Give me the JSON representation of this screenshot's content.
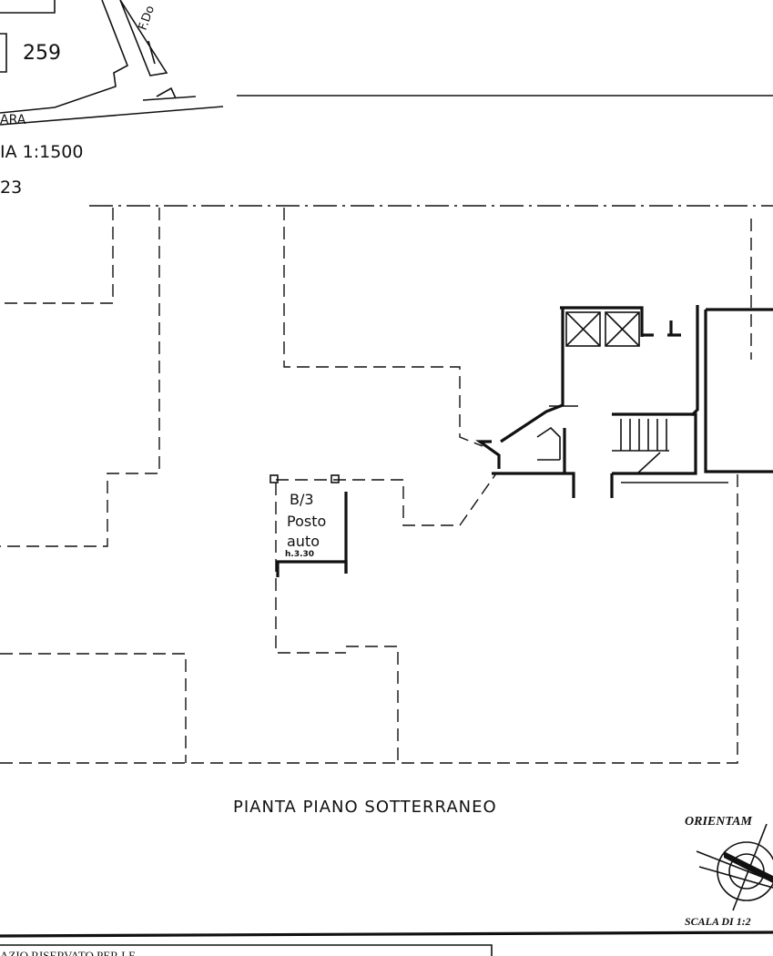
{
  "site_plan": {
    "parcel_number": "259",
    "road_label": "F.Do",
    "street_fragment": "ARA",
    "scale_label": "IA 1:1500",
    "sheet_fragment": "23"
  },
  "unit": {
    "id": "B/3",
    "type_line1": "Posto",
    "type_line2": "auto",
    "height": "h.3.30"
  },
  "plan_title": "PIANTA PIANO SOTTERRANEO",
  "orientation": {
    "label": "ORIENTAM",
    "scale": "SCALA DI 1:2"
  },
  "footer_box": {
    "text": "AZIO RISERVATO PER LE"
  }
}
